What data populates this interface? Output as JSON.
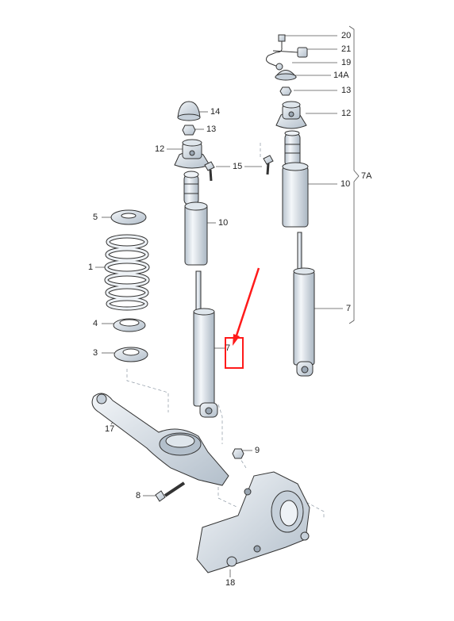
{
  "diagram": {
    "parts": [
      {
        "id": "p20",
        "label": "20"
      },
      {
        "id": "p21",
        "label": "21"
      },
      {
        "id": "p19",
        "label": "19"
      },
      {
        "id": "p14A",
        "label": "14A"
      },
      {
        "id": "p13r",
        "label": "13"
      },
      {
        "id": "p12r",
        "label": "12"
      },
      {
        "id": "p7A",
        "label": "7A"
      },
      {
        "id": "p10r",
        "label": "10"
      },
      {
        "id": "p7r",
        "label": "7"
      },
      {
        "id": "p14",
        "label": "14"
      },
      {
        "id": "p13l",
        "label": "13"
      },
      {
        "id": "p12l",
        "label": "12"
      },
      {
        "id": "p15",
        "label": "15"
      },
      {
        "id": "p10l",
        "label": "10"
      },
      {
        "id": "p7l",
        "label": "7"
      },
      {
        "id": "p5",
        "label": "5"
      },
      {
        "id": "p1",
        "label": "1"
      },
      {
        "id": "p4",
        "label": "4"
      },
      {
        "id": "p3",
        "label": "3"
      },
      {
        "id": "p17",
        "label": "17"
      },
      {
        "id": "p9",
        "label": "9"
      },
      {
        "id": "p8",
        "label": "8"
      },
      {
        "id": "p18",
        "label": "18"
      }
    ],
    "colors": {
      "outline": "#333333",
      "part_fill": "#eef2f6",
      "part_shade": "#c6d0da",
      "highlight": "#ff1a1a",
      "leader": "#555555"
    }
  }
}
